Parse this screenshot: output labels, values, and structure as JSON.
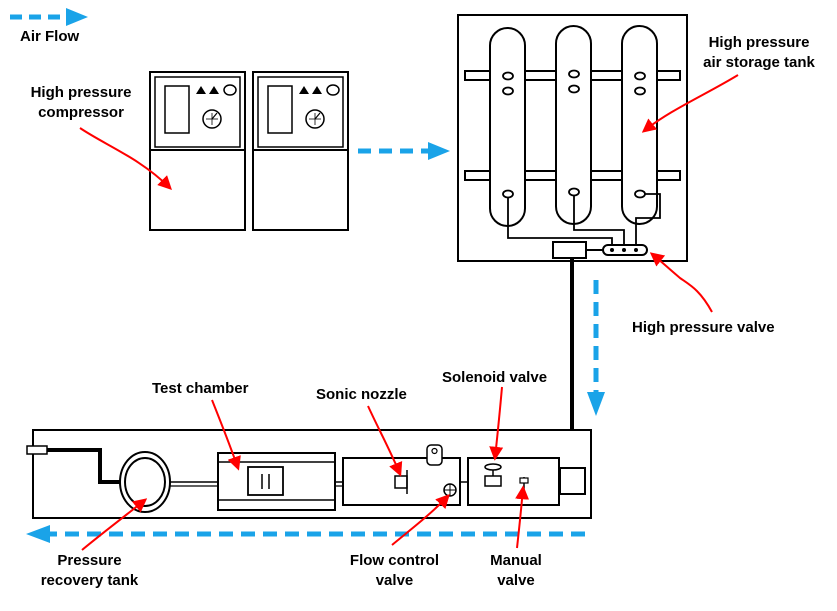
{
  "diagram": {
    "legend": {
      "label": "Air Flow"
    },
    "labels": {
      "compressor": [
        "High pressure",
        "compressor"
      ],
      "storage_tank": [
        "High pressure",
        "air storage tank"
      ],
      "hp_valve": "High pressure valve",
      "test_chamber": "Test chamber",
      "sonic_nozzle": "Sonic nozzle",
      "solenoid_valve": "Solenoid valve",
      "recovery_tank": [
        "Pressure",
        "recovery tank"
      ],
      "flow_control_valve": [
        "Flow control",
        "valve"
      ],
      "manual_valve": [
        "Manual",
        "valve"
      ]
    },
    "colors": {
      "flow": "#1aa3e8",
      "pointer": "#ff0000",
      "line": "#000000"
    }
  }
}
